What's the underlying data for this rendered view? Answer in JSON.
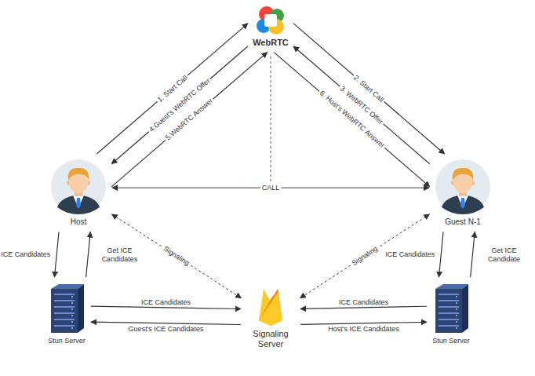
{
  "diagram": {
    "nodes": [
      {
        "text": [
          "WebRTC"
        ]
      },
      {
        "text": [
          "Host"
        ]
      },
      {
        "text": [
          "Guest N-1"
        ]
      },
      {
        "text": [
          "Stun Server"
        ]
      },
      {
        "text": [
          "Signaling Server"
        ]
      },
      {
        "text": [
          "Stun Server"
        ]
      }
    ],
    "edges": [
      {
        "from": 1,
        "to": 0,
        "arrow": "to",
        "label": "1. Start Call"
      },
      {
        "from": 0,
        "to": 2,
        "arrow": "to",
        "label": "2. Start Call"
      },
      {
        "from": 2,
        "to": 0,
        "arrow": "to",
        "label": "3. WebRTC Offer"
      },
      {
        "from": 0,
        "to": 1,
        "arrow": "to",
        "label": "4.Guest's WebRTC Offer"
      },
      {
        "from": 1,
        "to": 0,
        "arrow": "to",
        "label": "5.WebRTC Answer"
      },
      {
        "from": 0,
        "to": 2,
        "arrow": "to",
        "label": "6. Host's WebRTC Answer"
      },
      {
        "from": 1,
        "to": 2,
        "arrow": "both",
        "label": "CALL"
      },
      {
        "from": 1,
        "to": 4,
        "arrow": "both",
        "label": "Signaling"
      },
      {
        "from": 2,
        "to": 4,
        "arrow": "both",
        "label": "Signaling"
      },
      {
        "from": 1,
        "to": 3,
        "arrow": "to",
        "label": "ICE Candidates"
      },
      {
        "from": 3,
        "to": 1,
        "arrow": "to",
        "label": "Get ICE Candidates"
      },
      {
        "from": 3,
        "to": 4,
        "arrow": "to",
        "label": "ICE Candidates"
      },
      {
        "from": 4,
        "to": 3,
        "arrow": "to",
        "label": "Guest's ICE Candidates"
      },
      {
        "from": 2,
        "to": 5,
        "arrow": "to",
        "label": "ICE Candidates"
      },
      {
        "from": 5,
        "to": 2,
        "arrow": "to",
        "label": "Get ICE Candidate"
      },
      {
        "from": 5,
        "to": 4,
        "arrow": "to",
        "label": "ICE Candidates"
      },
      {
        "from": 4,
        "to": 5,
        "arrow": "to",
        "label": "Host's ICE Candidates"
      }
    ]
  }
}
